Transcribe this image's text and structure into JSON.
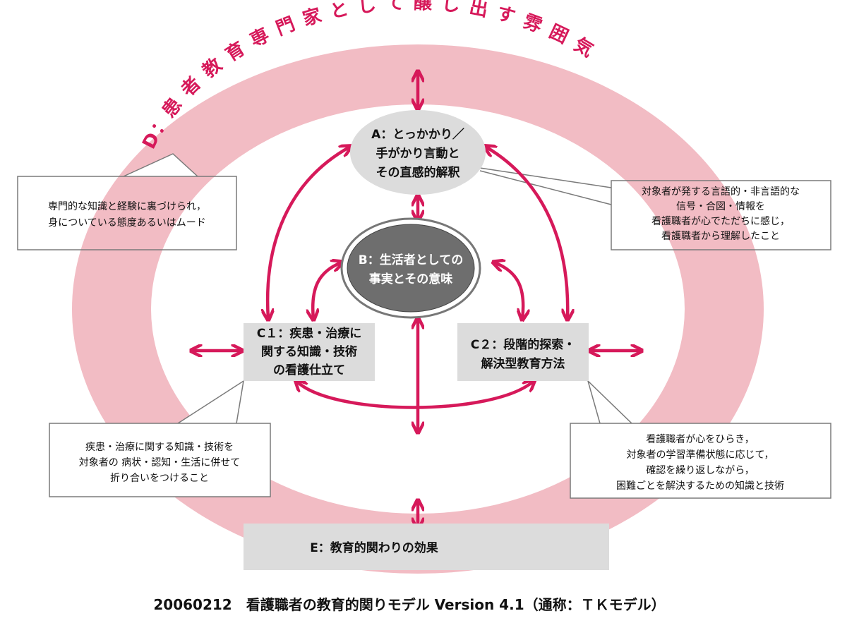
{
  "colors": {
    "ring": "#f2bcc4",
    "accent": "#d6195a",
    "box": "#dcdcdc",
    "core": "#6e6e6e",
    "callout_border": "#7a7a7a"
  },
  "ring_label": "D：患 者 教 育 専 門 家 と し て 醸 し 出 す 雰 囲 気",
  "nodes": {
    "a": [
      "A：とっかかり／",
      "手がかり言動と",
      "その直感的解釈"
    ],
    "b": [
      "B：生活者としての",
      "事実とその意味"
    ],
    "c1": [
      "C１：疾患・治療に",
      "関する知識・技術",
      "の看護仕立て"
    ],
    "c2": [
      "C２：段階的探索・",
      "解決型教育方法"
    ],
    "e": "E：教育的関わりの効果"
  },
  "callouts": {
    "d": [
      "専門的な知識と経験に裏づけられ，",
      "身についている態度あるいはムード"
    ],
    "a": [
      "対象者が発する言語的・非言語的な",
      "信号・合図・情報を",
      "看護職者が心でただちに感じ，",
      "看護職者から理解したこと"
    ],
    "c1": [
      "疾患・治療に関する知識・技術を",
      "対象者の 病状・認知・生活に併せて",
      "折り合いをつけること"
    ],
    "c2": [
      "看護職者が心をひらき，",
      "対象者の学習準備状態に応じて，",
      "確認を繰り返しながら，",
      "困難ごとを解決するための知識と技術"
    ]
  },
  "caption": "20060212　看護職者の教育的関りモデル Version 4.1（通称：ＴＫモデル）"
}
